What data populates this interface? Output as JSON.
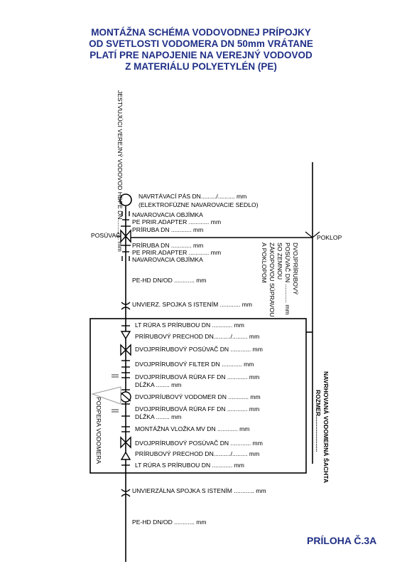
{
  "title": {
    "line1": "MONTÁŽNA SCHÉMA VODOVODNEJ PRÍPOJKY",
    "line2": "OD SVETLOSTI VODOMERA DN 50mm VRÁTANE",
    "line3": "PLATÍ PRE NAPOJENIE NA VEREJNÝ VODOVOD",
    "line4": "Z MATERIÁLU POLYETYLÉN (PE)"
  },
  "labels": {
    "main_pipe": "JESTVUJÚCI VEREJNÝ VODOVOD HDPE DN............ mm",
    "tapping_saddle": "NAVRTÁVACÍ PÁS DN........./.......... mm",
    "tapping_saddle_note": "(ELEKTROFÚZNE NAVAROVACIE SEDLO)",
    "weld_socket_1": "NAVAROVACIA OBJÍMKA",
    "adapter_1": "PE PRIR.ADAPTER ............ mm",
    "flange_1": "PRÍRUBA DN ............ mm",
    "slide_valve": "POSÚVAČ",
    "cover": "POKLOP",
    "flange_2": "PRÍRUBA DN ............ mm",
    "adapter_2": "PE PRIR.ADAPTER ............ mm",
    "weld_socket_2": "NAVAROVACIA OBJÍMKA",
    "pe_pipe_1": "PE-HD DN/OD ............ mm",
    "coupling_1": "UNVIERZ. SPOJKA S ISTENÍM ............ mm",
    "earth_valve_1": "DVOJPRÍRUBOVÝ",
    "earth_valve_2": "POSÚVAČ DN ........... mm",
    "earth_valve_3": "SO ZEMNOU",
    "earth_valve_4": "ZÁKOPOVOU SÚPRAVOU",
    "earth_valve_5": "A POKLOPOM",
    "lt_pipe_1": "LT RÚRA S PRÍRUBOU DN ............ mm",
    "reducer_1": "PRÍRUBOVÝ PRECHOD DN........../......... mm",
    "valve_1": "DVOJPRÍRUBOVÝ POSÚVAČ DN ............ mm",
    "filter": "DVOJPRÍRUBOVÝ FILTER DN ............ mm",
    "ff_pipe_1": "DVOJPRÍRUBOVÁ RÚRA FF DN ............ mm",
    "length_1": "DĹŽKA ........ mm",
    "meter": "DVOJPRÍUBOVÝ VODOMER DN ............ mm",
    "ff_pipe_2": "DVOJPRÍRUBOVÁ RÚRA FF DN ............ mm",
    "length_2": "DĹŽKA ........ mm",
    "assembly_insert": "MONTÁŽNA VLOŽKA MV DN ............ mm",
    "valve_2": "DVOJPRÍRUBOVÝ POSÚVAČ DN ............ mm",
    "reducer_2": "PRÍRUBOVÝ PRECHOD DN........../......... mm",
    "lt_pipe_2": "LT RÚRA S PRÍRUBOU DN ............ mm",
    "meter_support": "PODPERA VODOMERA",
    "meter_shaft_1": "NAVRHOVANÁ VODOMERNÁ ŠACHTA",
    "meter_shaft_2": "ROZMER.....................",
    "coupling_2": "UNVIERZÁLNA SPOJKA S ISTENÍM ............ mm",
    "pe_pipe_2": "PE-HD DN/OD ............ mm"
  },
  "appendix": "PRÍLOHA Č.3A",
  "colors": {
    "title": "#1f2f86",
    "line": "#000000",
    "support": "#9a9a9a"
  }
}
